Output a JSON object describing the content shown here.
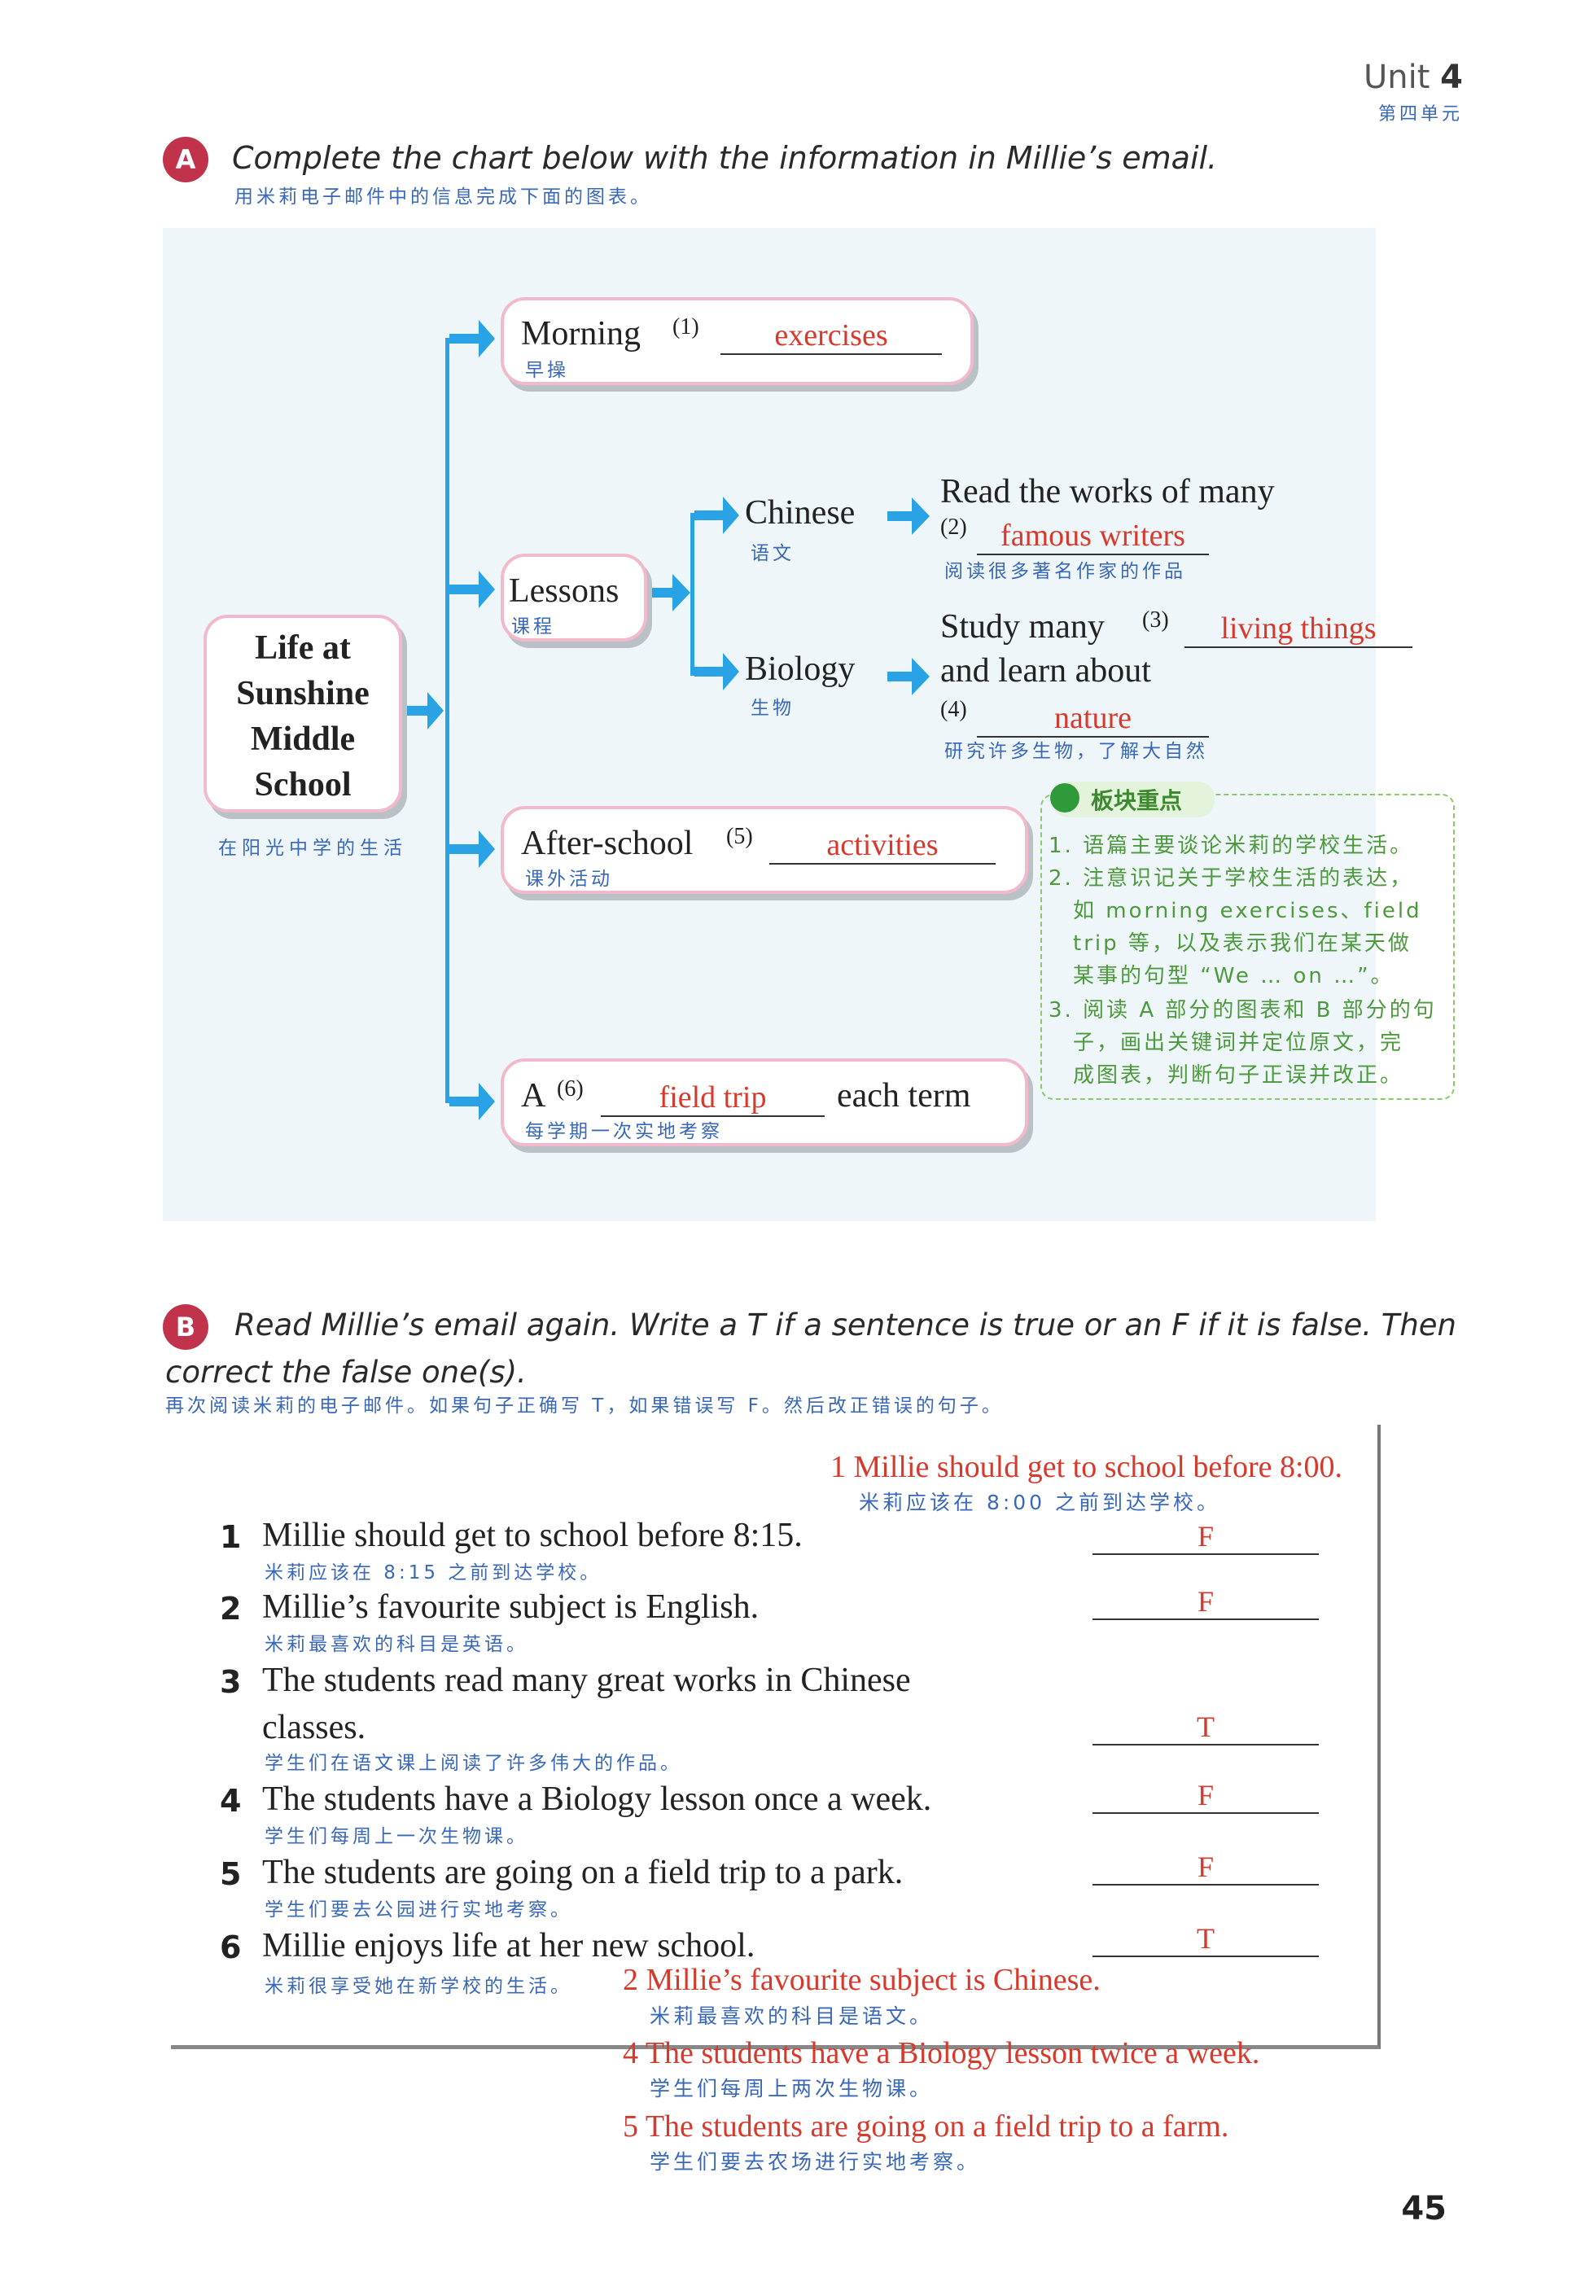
{
  "header": {
    "unit_word": "Unit",
    "unit_num": "4",
    "unit_cn": "第四单元"
  },
  "sectionA": {
    "badge": "A",
    "instruction": "Complete the chart below with the information in Millie’s email.",
    "instruction_cn": "用米莉电子邮件中的信息完成下面的图表。",
    "center": {
      "lines": [
        "Life at",
        "Sunshine",
        "Middle",
        "School"
      ],
      "cn": "在阳光中学的生活"
    },
    "morning": {
      "label": "Morning",
      "num": "(1)",
      "answer": "exercises",
      "cn": "早操"
    },
    "lessons": {
      "label": "Lessons",
      "cn": "课程"
    },
    "chinese": {
      "label": "Chinese",
      "cn": "语文",
      "line1": "Read the works of many",
      "num": "(2)",
      "answer": "famous writers",
      "cn2": "阅读很多著名作家的作品"
    },
    "biology": {
      "label": "Biology",
      "cn": "生物",
      "line1": "Study many",
      "num3": "(3)",
      "answer3": "living things",
      "line2": "and learn about",
      "num4": "(4)",
      "answer4": "nature",
      "cn2": "研究许多生物，了解大自然"
    },
    "afterschool": {
      "label": "After-school",
      "num": "(5)",
      "answer": "activities",
      "cn": "课外活动"
    },
    "trip": {
      "label": "A",
      "num": "(6)",
      "answer": "field trip",
      "tail": "each term",
      "cn": "每学期一次实地考察"
    },
    "tip": {
      "title": "板块重点",
      "lines": [
        "1. 语篇主要谈论米莉的学校生活。",
        "2. 注意识记关于学校生活的表达，",
        "如 morning exercises、field",
        "trip 等，以及表示我们在某天做",
        "某事的句型 “We … on …”。",
        "3. 阅读 A 部分的图表和 B 部分的句",
        "子，画出关键词并定位原文，完",
        "成图表，判断句子正误并改正。"
      ]
    }
  },
  "sectionB": {
    "badge": "B",
    "instruction_line1": "Read Millie’s email again. Write a T if a sentence is true or an F if it is false. Then",
    "instruction_line2": "correct the false one(s).",
    "instruction_cn": "再次阅读米莉的电子邮件。如果句子正确写 T，如果错误写 F。然后改正错误的句子。",
    "questions": [
      {
        "n": "1",
        "text": "Millie should get to school before 8:15.",
        "cn": "米莉应该在 8:15 之前到达学校。",
        "ans": "F"
      },
      {
        "n": "2",
        "text": "Millie’s favourite subject is English.",
        "cn": "米莉最喜欢的科目是英语。",
        "ans": "F"
      },
      {
        "n": "3",
        "text": "The students read many great works in Chinese",
        "text2": "classes.",
        "cn": "学生们在语文课上阅读了许多伟大的作品。",
        "ans": "T"
      },
      {
        "n": "4",
        "text": "The students have a Biology lesson once a week.",
        "cn": "学生们每周上一次生物课。",
        "ans": "F"
      },
      {
        "n": "5",
        "text": "The students are going on a field trip to a park.",
        "cn": "学生们要去公园进行实地考察。",
        "ans": "F"
      },
      {
        "n": "6",
        "text": "Millie enjoys life at her new school.",
        "cn": "米莉很享受她在新学校的生活。",
        "ans": "T"
      }
    ],
    "corrections": [
      {
        "text": "1 Millie should get to school before 8:00.",
        "cn": "米莉应该在 8:00 之前到达学校。"
      },
      {
        "text": "2 Millie’s favourite subject is Chinese.",
        "cn": "米莉最喜欢的科目是语文。"
      },
      {
        "text": "4 The students have a Biology lesson twice a week.",
        "cn": "学生们每周上两次生物课。"
      },
      {
        "text": "5 The students are going on a field trip to a farm.",
        "cn": "学生们要去农场进行实地考察。"
      }
    ]
  },
  "page_number": "45",
  "colors": {
    "answer_red": "#d63a2c",
    "gloss_blue": "#3a68b8",
    "arrow_blue": "#2aa3e6",
    "box_pink": "#f2b9cc",
    "badge_red": "#c0334a",
    "tip_green": "#4c9a3c"
  }
}
